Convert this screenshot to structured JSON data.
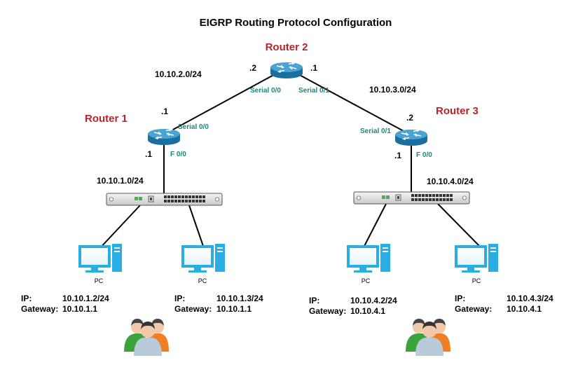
{
  "title": "EIGRP Routing Protocol Configuration",
  "colors": {
    "router_label": "#b5252b",
    "interface_label": "#168a78",
    "router_body": "#1b6fa0",
    "router_top": "#4aa3d2",
    "pc_blue": "#29aee3",
    "link": "#000000"
  },
  "routers": {
    "r1": {
      "name": "Router 1",
      "icon": "router-icon"
    },
    "r2": {
      "name": "Router 2",
      "icon": "router-icon"
    },
    "r3": {
      "name": "Router 3",
      "icon": "router-icon"
    }
  },
  "networks": {
    "n1": "10.10.1.0/24",
    "n2": "10.10.2.0/24",
    "n3": "10.10.3.0/24",
    "n4": "10.10.4.0/24"
  },
  "host_ids": {
    "r2_left": ".2",
    "r2_right": ".1",
    "r1_serial": ".1",
    "r1_fast": ".1",
    "r3_serial": ".2",
    "r3_fast": ".1"
  },
  "interfaces": {
    "r2_left": "Serial 0/0",
    "r2_right": "Serial 0/1",
    "r1_serial": "Serial 0/0",
    "r1_fast": "F 0/0",
    "r3_serial": "Serial 0/1",
    "r3_fast": "F 0/0"
  },
  "pc_label": "PC",
  "pcs": [
    {
      "ip_label": "IP:",
      "ip": "10.10.1.2/24",
      "gw_label": "Gateway:",
      "gw": "10.10.1.1"
    },
    {
      "ip_label": "IP:",
      "ip": "10.10.1.3/24",
      "gw_label": "Gateway:",
      "gw": "10.10.1.1"
    },
    {
      "ip_label": "IP:",
      "ip": "10.10.4.2/24",
      "gw_label": "Gateway:",
      "gw": "10.10.4.1"
    },
    {
      "ip_label": "IP:",
      "ip": "10.10.4.3/24",
      "gw_label": "Gateway:",
      "gw": "10.10.4.1"
    }
  ]
}
